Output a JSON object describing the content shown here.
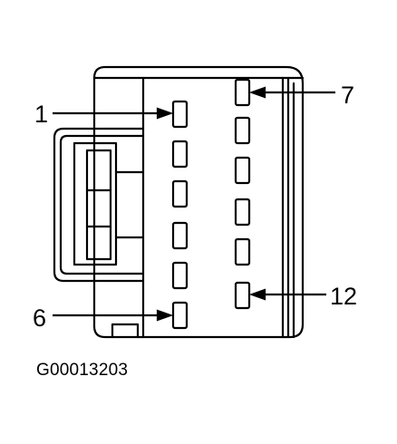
{
  "diagram": {
    "left_column_pins": [
      "1",
      "2",
      "3",
      "4",
      "5",
      "6"
    ],
    "right_column_pins": [
      "7",
      "8",
      "9",
      "10",
      "11",
      "12"
    ],
    "callouts": {
      "pin_1": "1",
      "pin_6": "6",
      "pin_7": "7",
      "pin_12": "12"
    },
    "reference_code": "G00013203",
    "colors": {
      "line": "#000000",
      "background": "#ffffff"
    }
  }
}
